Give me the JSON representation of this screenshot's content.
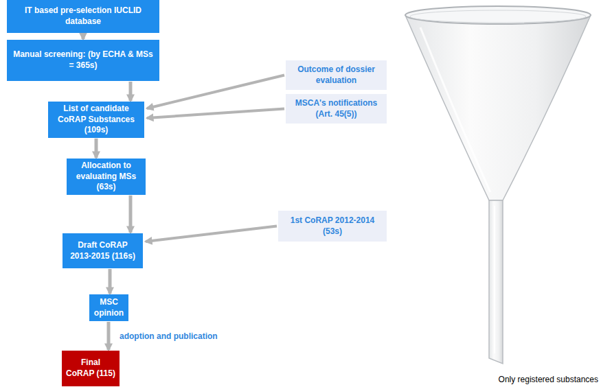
{
  "diagram": {
    "nodes": [
      {
        "text": [
          "IT based pre-selection IUCLID database"
        ]
      },
      {
        "text": [
          "Manual screening: (by ECHA & MSs = 365s)"
        ]
      },
      {
        "text": [
          "Outcome of dossier evaluation"
        ]
      },
      {
        "text": [
          "MSCA's notifications (Art. 45(5))"
        ]
      },
      {
        "text": [
          "List of candidate CoRAP Substances (109s)"
        ]
      },
      {
        "text": [
          "Allocation to evaluating MSs (63s)"
        ]
      },
      {
        "text": [
          "1st CoRAP 2012-2014 (53s)"
        ]
      },
      {
        "text": [
          "Draft CoRAP 2013-2015 (116s)"
        ]
      },
      {
        "text": [
          "MSC opinion"
        ]
      },
      {
        "text": [
          "Final CoRAP (115)"
        ]
      }
    ],
    "edges": [
      {
        "from": 0,
        "to": 1,
        "arrow": "to"
      },
      {
        "from": 1,
        "to": 4,
        "arrow": "to"
      },
      {
        "from": 2,
        "to": 4,
        "arrow": "to"
      },
      {
        "from": 3,
        "to": 4,
        "arrow": "to"
      },
      {
        "from": 4,
        "to": 5,
        "arrow": "to"
      },
      {
        "from": 5,
        "to": 7,
        "arrow": "to"
      },
      {
        "from": 6,
        "to": 7,
        "arrow": "to"
      },
      {
        "from": 7,
        "to": 8,
        "arrow": "to"
      },
      {
        "from": 8,
        "to": 9,
        "arrow": "to",
        "label": "adoption and publication"
      }
    ],
    "labels": [
      "Only registered substances"
    ]
  }
}
